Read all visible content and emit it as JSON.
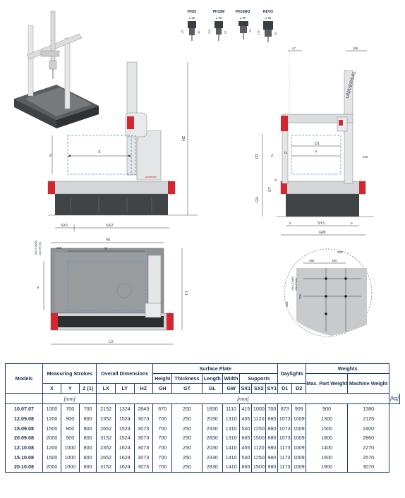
{
  "probes": [
    {
      "name": "PH20",
      "dim": "⌀ 90",
      "h": "177",
      "w": "40"
    },
    {
      "name": "PH10M",
      "dim": "⌀ 90",
      "h": "113",
      "w": "57"
    },
    {
      "name": "PH10MQ",
      "dim": "⌀ 90",
      "h": "28",
      "w": "",
      "w2": ""
    },
    {
      "name": "REVO",
      "dim": "⌀ 90",
      "h": "176",
      "w": "26"
    }
  ],
  "front_view": {
    "labels": {
      "x": "X",
      "z": "Z",
      "hz": "HZ",
      "sx1": "SX1",
      "sx2": "SX2",
      "brand": "powerdd"
    }
  },
  "side_view": {
    "labels": {
      "d1": "D1",
      "d2": "D2",
      "y": "Y",
      "z": "Z",
      "gt": "GT",
      "gh": "GH",
      "sy1": "SY1",
      "gw": "GW",
      "universal": "UNIVERSAL"
    },
    "dims": {
      "d47": "47",
      "d365": "365",
      "d73": "73",
      "d100": "100",
      "d0a": "0",
      "d0b": "0",
      "d18": "18"
    }
  },
  "top_view": {
    "labels": {
      "gl": "GL",
      "x": "X",
      "y": "Y",
      "ly": "LY",
      "lx": "LX"
    },
    "dims": {
      "d255": "255",
      "d156a": "156 (1/1MQ)",
      "d156b": "256 (PH20)"
    }
  },
  "detail_view": {
    "dims": {
      "d300a": "300",
      "d255": "255",
      "d150": "150",
      "d300b": "300",
      "d156": "156 (1/1MQ)",
      "d256": "256 (PH20)",
      "d200": "200"
    }
  },
  "table": {
    "col_models": "Models",
    "groups": {
      "measuring": "Measuring Strokes",
      "overall": "Overall Dimensions",
      "surface": "Surface Plate",
      "daylights": "Daylights",
      "weights": "Weights"
    },
    "sub": {
      "height": "Height",
      "thickness": "Thickness",
      "length": "Length",
      "width": "Width",
      "supports": "Supports",
      "max_part": "Max. Part Weight",
      "machine": "Machine Weight"
    },
    "cols": [
      "X",
      "Y",
      "Z (1)",
      "LX",
      "LY",
      "HZ",
      "GH",
      "GT",
      "GL",
      "GW",
      "SX1",
      "SX2",
      "SY1",
      "D1",
      "D2"
    ],
    "units": {
      "strokes": "[mm]",
      "dims": "[mm]",
      "weights": "[kg]"
    },
    "rows": [
      [
        "10.07.07",
        "1000",
        "700",
        "700",
        "2152",
        "1324",
        "2843",
        "670",
        "200",
        "1830",
        "1110",
        "415",
        "1000",
        "700",
        "873",
        "909",
        "900",
        "1380"
      ],
      [
        "12.09.08",
        "1200",
        "900",
        "800",
        "2352",
        "1524",
        "3073",
        "700",
        "250",
        "2030",
        "1310",
        "455",
        "1120",
        "880",
        "1073",
        "1009",
        "1300",
        "2125"
      ],
      [
        "15.09.08",
        "1500",
        "900",
        "800",
        "2652",
        "1524",
        "3073",
        "700",
        "250",
        "2330",
        "1310",
        "540",
        "1250",
        "880",
        "1073",
        "1009",
        "1500",
        "2400"
      ],
      [
        "20.09.08",
        "2000",
        "900",
        "800",
        "3152",
        "1524",
        "3073",
        "700",
        "250",
        "2830",
        "1310",
        "665",
        "1500",
        "880",
        "1073",
        "1009",
        "1800",
        "2860"
      ],
      [
        "12.10.08",
        "1200",
        "1000",
        "800",
        "2352",
        "1624",
        "3073",
        "700",
        "250",
        "2030",
        "1410",
        "455",
        "1120",
        "980",
        "1173",
        "1009",
        "1400",
        "2270"
      ],
      [
        "15.10.08",
        "1500",
        "1000",
        "800",
        "2652",
        "1624",
        "3073",
        "700",
        "250",
        "2330",
        "1410",
        "540",
        "1250",
        "980",
        "1173",
        "1009",
        "1600",
        "2570"
      ],
      [
        "20.10.08",
        "2000",
        "1000",
        "800",
        "3152",
        "1624",
        "3073",
        "700",
        "250",
        "2830",
        "1410",
        "665",
        "1500",
        "980",
        "1173",
        "1009",
        "1900",
        "3070"
      ]
    ]
  }
}
